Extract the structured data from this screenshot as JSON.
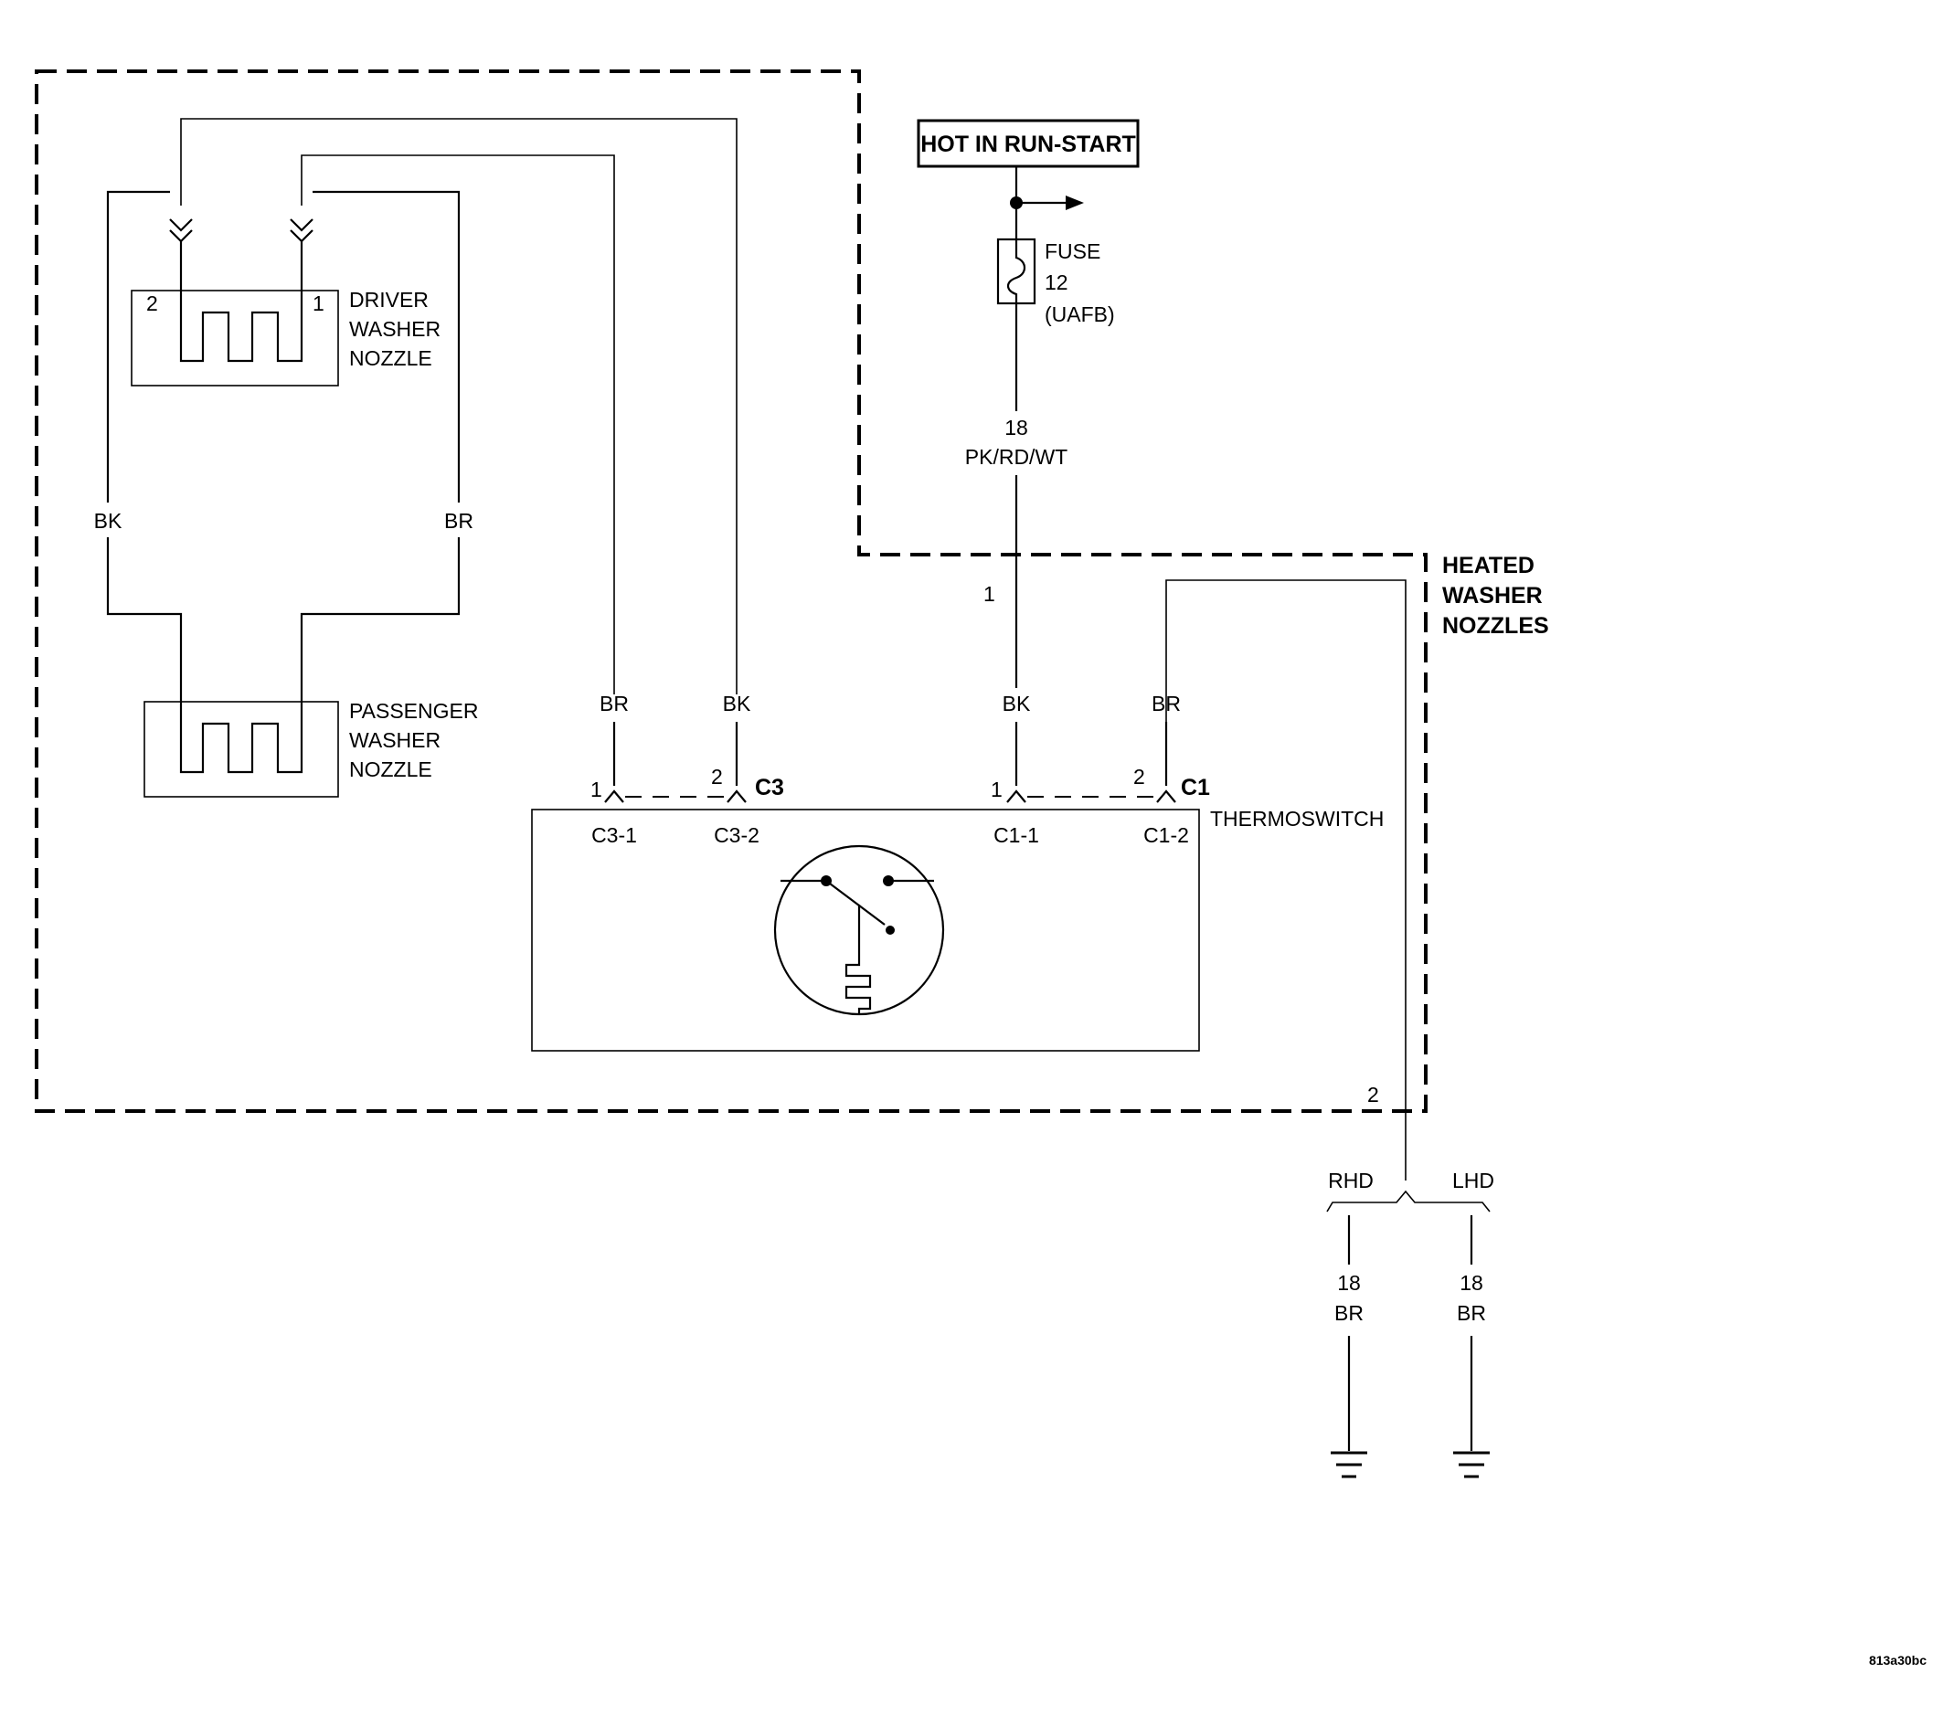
{
  "diagram": {
    "title": "HEATED WASHER NOZZLES",
    "title_lines": [
      "HEATED",
      "WASHER",
      "NOZZLES"
    ],
    "power_source": "HOT IN RUN-START",
    "fuse": {
      "lines": [
        "FUSE",
        "12",
        "(UAFB)"
      ]
    },
    "wire_feed": {
      "gauge": "18",
      "color": "PK/RD/WT"
    },
    "driver_nozzle": {
      "lines": [
        "DRIVER",
        "WASHER",
        "NOZZLE"
      ],
      "pin_left": "2",
      "pin_right": "1"
    },
    "passenger_nozzle": {
      "lines": [
        "PASSENGER",
        "WASHER",
        "NOZZLE"
      ]
    },
    "loop_left_color": "BK",
    "loop_right_color": "BR",
    "c3": {
      "name": "C3",
      "pin1": "1",
      "pin2": "2",
      "wire1": "BR",
      "wire2": "BK",
      "term1": "C3-1",
      "term2": "C3-2"
    },
    "c1": {
      "name": "C1",
      "pin1": "1",
      "pin2": "2",
      "wire1": "BK",
      "wire2": "BR",
      "term1": "C1-1",
      "term2": "C1-2"
    },
    "thermoswitch": "THERMOSWITCH",
    "splice_top_pin": "1",
    "splice_bottom_pin": "2",
    "rhd": {
      "label": "RHD",
      "gauge": "18",
      "color": "BR"
    },
    "lhd": {
      "label": "LHD",
      "gauge": "18",
      "color": "BR"
    },
    "figure_id": "813a30bc"
  }
}
